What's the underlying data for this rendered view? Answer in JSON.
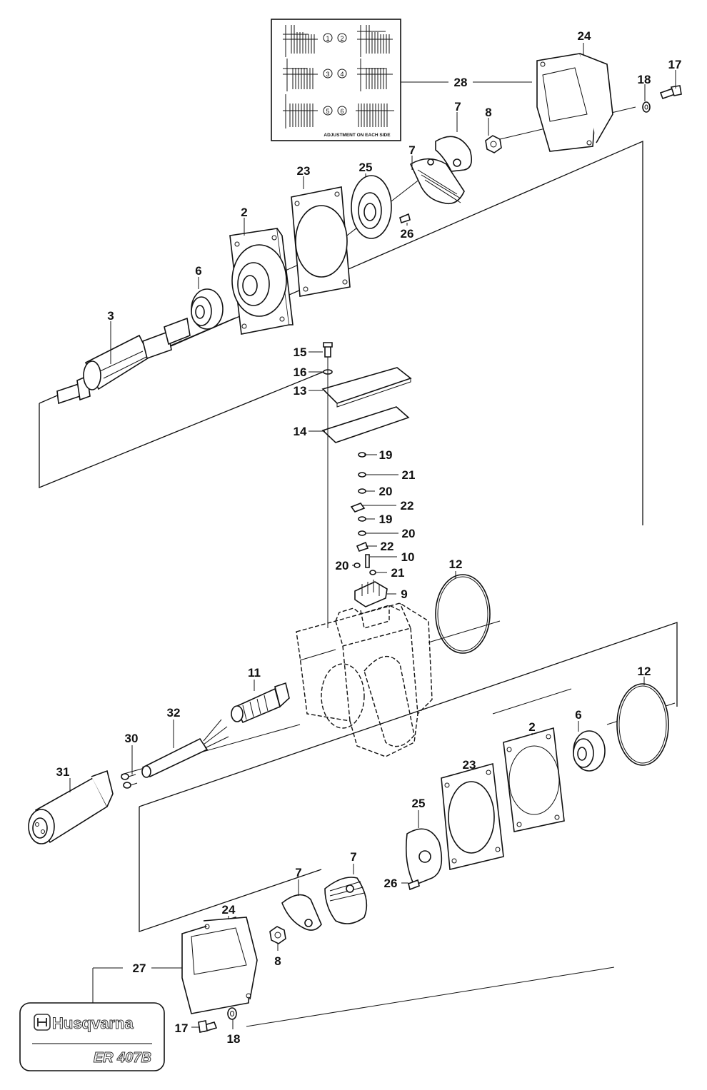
{
  "callouts": [
    "1",
    "2",
    "3",
    "4",
    "5",
    "6"
  ],
  "inset": {
    "caption": "ADJUSTMENT ON EACH SIDE"
  },
  "logo": {
    "brand": "Husqvarna",
    "model": "ER 407B"
  },
  "labels": [
    {
      "id": "l24a",
      "text": "24"
    },
    {
      "id": "l17a",
      "text": "17"
    },
    {
      "id": "l18a",
      "text": "18"
    },
    {
      "id": "l28",
      "text": "28"
    },
    {
      "id": "l7a",
      "text": "7"
    },
    {
      "id": "l8a",
      "text": "8"
    },
    {
      "id": "l7b",
      "text": "7"
    },
    {
      "id": "l23a",
      "text": "23"
    },
    {
      "id": "l25a",
      "text": "25"
    },
    {
      "id": "l2a",
      "text": "2"
    },
    {
      "id": "l26a",
      "text": "26"
    },
    {
      "id": "l6a",
      "text": "6"
    },
    {
      "id": "l3",
      "text": "3"
    },
    {
      "id": "l15",
      "text": "15"
    },
    {
      "id": "l16",
      "text": "16"
    },
    {
      "id": "l13",
      "text": "13"
    },
    {
      "id": "l14",
      "text": "14"
    },
    {
      "id": "l19a",
      "text": "19"
    },
    {
      "id": "l21a",
      "text": "21"
    },
    {
      "id": "l20a",
      "text": "20"
    },
    {
      "id": "l22a",
      "text": "22"
    },
    {
      "id": "l19b",
      "text": "19"
    },
    {
      "id": "l20b",
      "text": "20"
    },
    {
      "id": "l22b",
      "text": "22"
    },
    {
      "id": "l10",
      "text": "10"
    },
    {
      "id": "l20c",
      "text": "20"
    },
    {
      "id": "l21b",
      "text": "21"
    },
    {
      "id": "l12a",
      "text": "12"
    },
    {
      "id": "l9",
      "text": "9"
    },
    {
      "id": "l11",
      "text": "11"
    },
    {
      "id": "l12b",
      "text": "12"
    },
    {
      "id": "l32",
      "text": "32"
    },
    {
      "id": "l30",
      "text": "30"
    },
    {
      "id": "l6b",
      "text": "6"
    },
    {
      "id": "l2b",
      "text": "2"
    },
    {
      "id": "l31",
      "text": "31"
    },
    {
      "id": "l23b",
      "text": "23"
    },
    {
      "id": "l25b",
      "text": "25"
    },
    {
      "id": "l7c",
      "text": "7"
    },
    {
      "id": "l7d",
      "text": "7"
    },
    {
      "id": "l26b",
      "text": "26"
    },
    {
      "id": "l24b",
      "text": "24"
    },
    {
      "id": "l27",
      "text": "27"
    },
    {
      "id": "l8b",
      "text": "8"
    },
    {
      "id": "l17b",
      "text": "17"
    },
    {
      "id": "l18b",
      "text": "18"
    }
  ]
}
